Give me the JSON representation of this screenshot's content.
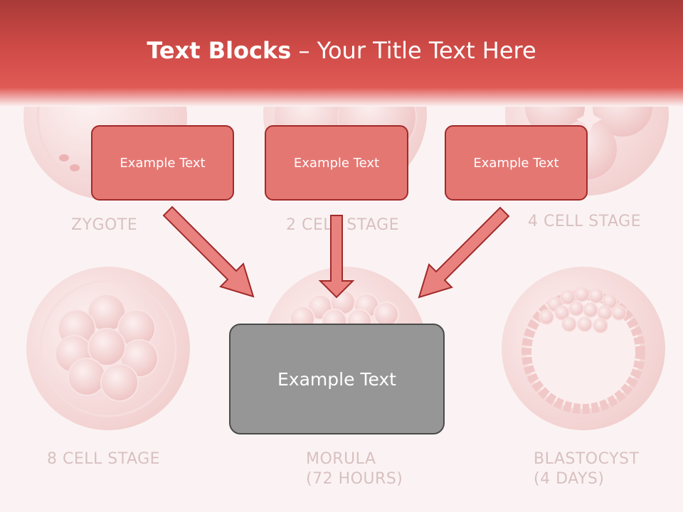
{
  "title": {
    "bold": "Text Blocks",
    "rest": " – Your Title Text Here"
  },
  "stages": {
    "zygote": "ZYGOTE",
    "two_cell": "2 CELL STAGE",
    "four_cell": "4 CELL STAGE",
    "eight_cell": "8 CELL STAGE",
    "morula_1": "MORULA",
    "morula_2": "(72 HOURS)",
    "blastocyst_1": "BLASTOCYST",
    "blastocyst_2": "(4 DAYS)"
  },
  "boxes": {
    "left": "Example Text",
    "center": "Example Text",
    "right": "Example Text",
    "main": "Example Text"
  },
  "colors": {
    "header": "#d4504b",
    "box_fill": "#e57773",
    "box_border": "#a12a2a",
    "main_fill": "#969696",
    "label": "#d9c0c0",
    "cell": "#f3d2d2"
  }
}
